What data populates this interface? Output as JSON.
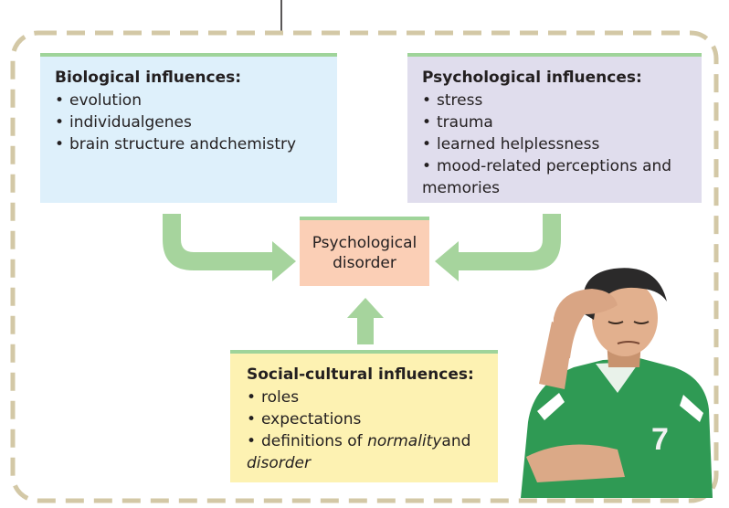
{
  "boxes": {
    "biological": {
      "title": "Biological influences:",
      "items": [
        "evolution",
        "individualgenes",
        "brain structure andchemistry"
      ]
    },
    "psychological": {
      "title": "Psychological influences:",
      "items": [
        "stress",
        "trauma",
        "learned helplessness",
        "mood-related perceptions and",
        "memories"
      ]
    },
    "social_cultural": {
      "title": "Social-cultural influences:",
      "items": [
        "roles",
        "expectations"
      ],
      "item3_part1": "definitions of ",
      "item3_em": "normality",
      "item3_part2": "and",
      "item3_cont_em": "disorder"
    },
    "center": {
      "label": "Psychological\n disorder"
    }
  },
  "colors": {
    "dashed_border": "#d3c8a6",
    "arrow_green": "#a6d49d",
    "bio_bg": "#def0fb",
    "psy_bg": "#e0dded",
    "soc_bg": "#fdf2b2",
    "center_bg": "#fbcfb6",
    "box_top_border": "#9fd49a",
    "shirt_green": "#2f9a54"
  },
  "illustration": "distressed-person-holding-head"
}
